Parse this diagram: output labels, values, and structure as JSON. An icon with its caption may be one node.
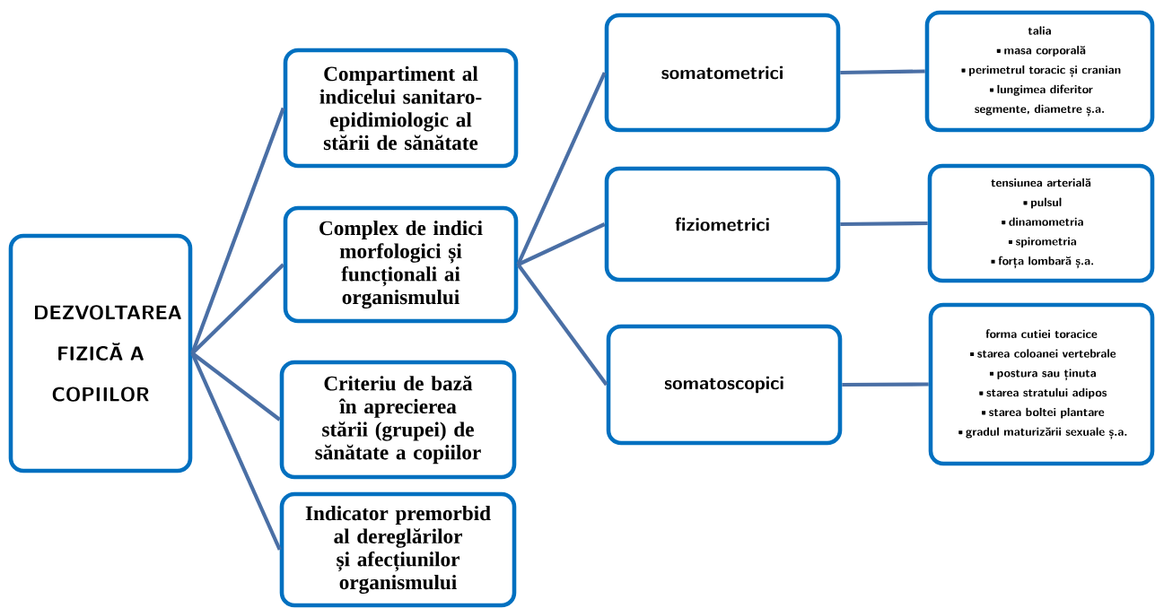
{
  "diagram": {
    "nodes": [
      {
        "text": [
          "DEZVOLTAREA FIZICĂ A COPIILOR"
        ]
      },
      {
        "text": [
          "Compartiment al indicelui sanitaro-epidimiologic al stării de sănătate"
        ]
      },
      {
        "text": [
          "Complex de indici morfologici și funcționali ai organismului"
        ]
      },
      {
        "text": [
          "Criteriu de bază în aprecierea stării (grupei) de sănătate a copiilor"
        ]
      },
      {
        "text": [
          "Indicator premorbid al dereglărilor și afecțiunilor organismului"
        ]
      },
      {
        "text": [
          "somatometrici"
        ]
      },
      {
        "text": [
          "fiziometrici"
        ]
      },
      {
        "text": [
          "somatoscopici"
        ]
      },
      {
        "text": [
          "talia",
          "•masa corporală",
          "•perimetrul toracic și cranian",
          "•lungimea diferitor segmente, diametre ș.a."
        ]
      },
      {
        "text": [
          "tensiunea arterială",
          "•pulsul",
          "•dinamometria",
          "•spirometria",
          "•forța lombară ș.a."
        ]
      },
      {
        "text": [
          "forma cutiei toracice",
          "•starea coloanei vertebrale",
          "•postura sau ținuta",
          "•starea stratului adipos",
          "•starea boltei plantare",
          "•gradul maturizării sexuale ș.a."
        ]
      }
    ],
    "edges": [
      {
        "from": 0,
        "to": 1,
        "arrow": "none"
      },
      {
        "from": 0,
        "to": 2,
        "arrow": "none"
      },
      {
        "from": 0,
        "to": 3,
        "arrow": "none"
      },
      {
        "from": 0,
        "to": 4,
        "arrow": "none"
      },
      {
        "from": 2,
        "to": 5,
        "arrow": "none"
      },
      {
        "from": 2,
        "to": 6,
        "arrow": "none"
      },
      {
        "from": 2,
        "to": 7,
        "arrow": "none"
      },
      {
        "from": 5,
        "to": 8,
        "arrow": "none"
      },
      {
        "from": 6,
        "to": 9,
        "arrow": "none"
      },
      {
        "from": 7,
        "to": 10,
        "arrow": "none"
      }
    ]
  }
}
